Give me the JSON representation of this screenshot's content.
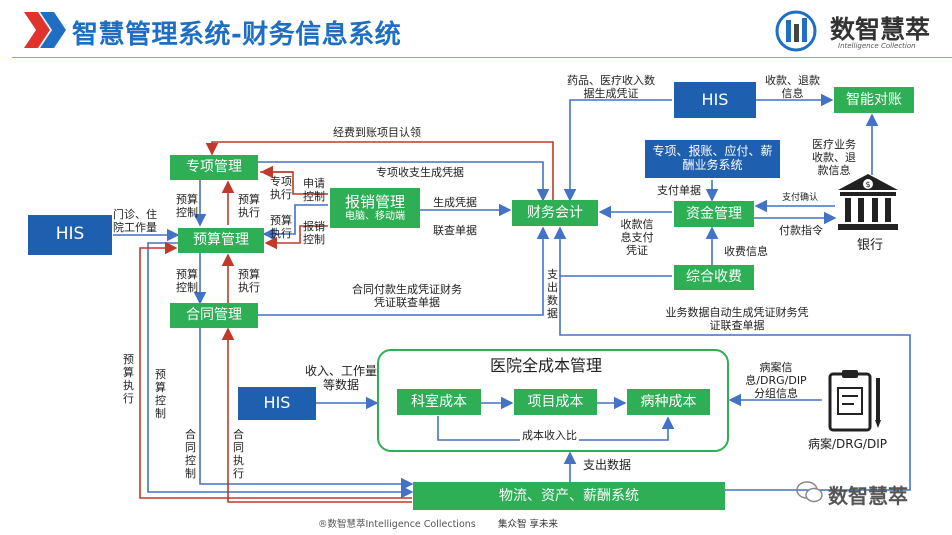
{
  "header": {
    "title": "智慧管理系统-财务信息系统",
    "brand_name": "数智慧萃",
    "brand_tagline": "Intelligence Collection"
  },
  "nodes": {
    "his_left": "HIS",
    "his_top": "HIS",
    "his_mid": "HIS",
    "zhuanxiang": "专项管理",
    "yusuan": "预算管理",
    "hetong": "合同管理",
    "baoxiao_title": "报销管理",
    "baoxiao_sub": "电脑、移动端",
    "caiwu": "财务会计",
    "zhineng": "智能对账",
    "zhuanxiang_biz": "专项、报账、应付、薪酬业务系统",
    "zijin": "资金管理",
    "zonghe": "综合收费",
    "bank": "银行",
    "cost_title": "医院全成本管理",
    "keshi": "科室成本",
    "xiangmu": "项目成本",
    "bingzhong": "病种成本",
    "wuliu": "物流、资产、薪酬系统",
    "bingan": "病案/DRG/DIP"
  },
  "labels": {
    "menzhen": "门诊、住院工作量",
    "yaopin": "药品、医疗收入数据生成凭证",
    "shoukuan": "收款、退款信息",
    "jingfei": "经费到账项目认领",
    "zhuanxiang_pz": "专项收支生成凭据",
    "ys_kz_1": "预算控制",
    "ys_zx_1": "预算执行",
    "zx_zx": "专项执行",
    "sq_kz": "申请控制",
    "ys_zx_2": "预算执行",
    "bx_kz": "报销控制",
    "sc_pj": "生成凭据",
    "lf_dj": "联查单据",
    "zf_dj": "支付单据",
    "zf_qr": "支付确认",
    "yl_yw": "医疗业务收款、退款信息",
    "sk_xx": "收款信息支付凭证",
    "fk_zl": "付款指令",
    "sf_xx": "收费信息",
    "ys_kz_2": "预算控制",
    "ys_zx_3": "预算执行",
    "ht_fk": "合同付款生成凭证财务凭证联查单据",
    "zc_sj": "支出数据",
    "yw_sj": "业务数据自动生成凭证财务凭证联查单据",
    "ys_zx_v": "预算执行",
    "ys_kz_v": "预算控制",
    "ht_kz_v": "合同控制",
    "ht_zx_v": "合同执行",
    "sr_gz": "收入、工作量等数据",
    "cb_sr": "成本收入比",
    "ba_xx": "病案信息/DRG/DIP分组信息",
    "zc_sj2": "支出数据"
  },
  "footer": {
    "copyright": "®数智慧萃Intelligence Collections",
    "slogan": "集众智 享未来",
    "watermark": "数智慧萃"
  },
  "colors": {
    "green": "#2eae55",
    "blue": "#1f5fb0",
    "arrow_blue": "#4472c4",
    "arrow_red": "#c0392b",
    "title_blue": "#1e6fc4",
    "gold_rule": "#c9a227"
  }
}
